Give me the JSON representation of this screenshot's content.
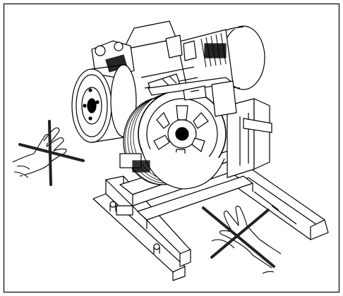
{
  "figure": {
    "description_kind": "technical line illustration",
    "icons": [
      "traction-machine-icon",
      "hand-icon",
      "prohibition-cross-icon",
      "steel-beam-frame-icon"
    ],
    "colors": {
      "line": "#000000",
      "background": "#ffffff",
      "border": "#000000"
    },
    "prohibited_zones": [
      {
        "target": "left-side-hand",
        "marker": "cross"
      },
      {
        "target": "lower-front-hand",
        "marker": "cross"
      }
    ]
  }
}
